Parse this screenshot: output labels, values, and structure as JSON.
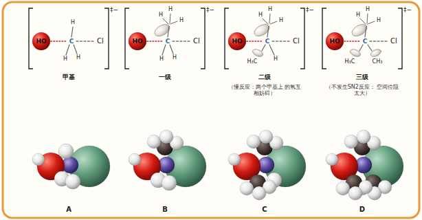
{
  "diagram": {
    "labels": [
      "HO",
      "C",
      "Cl",
      "H",
      "H",
      "H",
      "‡−",
      "甲基",
      "HO",
      "C",
      "Cl",
      "H",
      "H",
      "H",
      "H",
      "H",
      "‡−",
      "一级",
      "HO",
      "C",
      "Cl",
      "H",
      "H",
      "H",
      "H₃C",
      "H",
      "‡−",
      "二级",
      "（慢反应：两个甲基上 的氢互相妨碍）",
      "HO",
      "C",
      "Cl",
      "H",
      "H",
      "H",
      "H₃C",
      "CH₃",
      "‡−",
      "三级",
      "（不发生SN2反应： 空间位阻太大）",
      "A",
      "B",
      "C",
      "D"
    ]
  }
}
